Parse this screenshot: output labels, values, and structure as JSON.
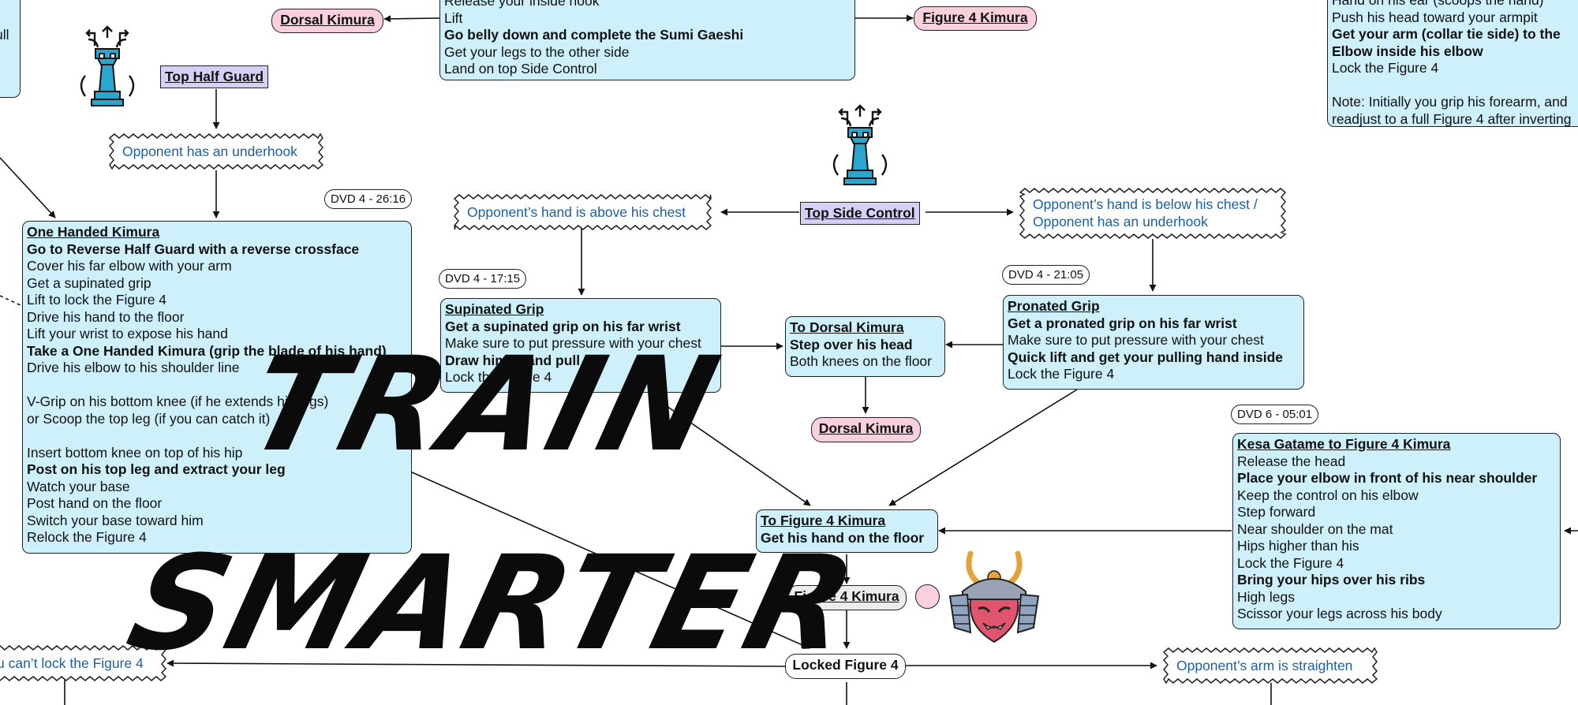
{
  "badges": {
    "dvd_one_handed": "DVD 4 - 26:16",
    "dvd_supinated": "DVD 4 - 17:15",
    "dvd_pronated": "DVD 4 - 21:05",
    "dvd_kesa": "DVD 6 - 05:01"
  },
  "pills": {
    "dorsal_top": "Dorsal Kimura",
    "figure4_top": "Figure 4 Kimura",
    "dorsal_mid": "Dorsal Kimura",
    "figure4_mid": "Figure 4 Kimura",
    "locked": "Locked Figure 4"
  },
  "positions": {
    "top_half_guard": "Top Half Guard",
    "top_side_control": "Top Side Control"
  },
  "conditions": {
    "underhook": "Opponent has an underhook",
    "hand_above": "Opponent’s hand is above his chest",
    "hand_below_1": "Opponent’s hand is below his chest /",
    "hand_below_2": "Opponent has an underhook",
    "cant_lock": "u can’t lock the Figure 4",
    "arm_straight": "Opponent’s arm is straighten"
  },
  "fragments": {
    "left_edge": "ull"
  },
  "boxes": {
    "sumi": {
      "lines": [
        {
          "t": "Release your inside hook",
          "b": false
        },
        {
          "t": "Lift",
          "b": false
        },
        {
          "t": "Go belly down and complete the Sumi Gaeshi",
          "b": true
        },
        {
          "t": "Get your legs to the other side",
          "b": false
        },
        {
          "t": "Land on top Side Control",
          "b": false
        }
      ]
    },
    "top_right": {
      "lines": [
        {
          "t": "Hand on his ear (scoops the hand)",
          "b": false
        },
        {
          "t": "Push his head toward your armpit",
          "b": false
        },
        {
          "t": "Get your arm (collar tie side) to the",
          "b": true
        },
        {
          "t": "Elbow inside his elbow",
          "b": true
        },
        {
          "t": "Lock the Figure 4",
          "b": false
        },
        {
          "t": "",
          "b": false
        },
        {
          "t": "Note: Initially you grip his forearm, and",
          "b": false
        },
        {
          "t": "readjust to a full Figure 4 after inverting",
          "b": false
        }
      ]
    },
    "one_handed": {
      "title": "One Handed Kimura",
      "lines": [
        {
          "t": "Go to Reverse Half Guard with a reverse crossface",
          "b": true
        },
        {
          "t": "Cover his far elbow with your arm",
          "b": false
        },
        {
          "t": "Get a supinated grip",
          "b": false
        },
        {
          "t": "Lift to lock the Figure 4",
          "b": false
        },
        {
          "t": "Drive his hand to the floor",
          "b": false
        },
        {
          "t": "Lift your wrist to expose his hand",
          "b": false
        },
        {
          "t": "Take a One Handed Kimura (grip the blade of his hand)",
          "b": true
        },
        {
          "t": "Drive his elbow to his shoulder line",
          "b": false
        },
        {
          "t": "",
          "b": false
        },
        {
          "t": "V-Grip on his bottom knee (if he extends his legs)",
          "b": false
        },
        {
          "t": "or Scoop the top leg (if you can catch it)",
          "b": false
        },
        {
          "t": "",
          "b": false
        },
        {
          "t": "Insert bottom knee on top of his hip",
          "b": false
        },
        {
          "t": "Post on his top leg and extract your leg",
          "b": true
        },
        {
          "t": "Watch your base",
          "b": false
        },
        {
          "t": "Post hand on the floor",
          "b": false
        },
        {
          "t": "Switch your base toward him",
          "b": false
        },
        {
          "t": "Relock the Figure 4",
          "b": false
        }
      ]
    },
    "supinated": {
      "title": "Supinated Grip",
      "lines": [
        {
          "t": "Get a supinated grip on his far wrist",
          "b": true
        },
        {
          "t": "Make sure to put pressure with your chest",
          "b": false
        },
        {
          "t": "Draw him in and pull",
          "b": true
        },
        {
          "t": "Lock the Figure 4",
          "b": false
        }
      ]
    },
    "to_dorsal": {
      "title": "To Dorsal Kimura",
      "lines": [
        {
          "t": "Step over his head",
          "b": true
        },
        {
          "t": "Both knees on the floor",
          "b": false
        }
      ]
    },
    "pronated": {
      "title": "Pronated Grip",
      "lines": [
        {
          "t": "Get a pronated grip on his far wrist",
          "b": true
        },
        {
          "t": "Make sure to put pressure with your chest",
          "b": false
        },
        {
          "t": "Quick lift and get your pulling hand inside",
          "b": true
        },
        {
          "t": "Lock the Figure 4",
          "b": false
        }
      ]
    },
    "to_figure4": {
      "title": "To Figure 4 Kimura",
      "lines": [
        {
          "t": "Get his hand on the floor",
          "b": true
        }
      ]
    },
    "kesa": {
      "title": "Kesa Gatame to Figure 4 Kimura",
      "lines": [
        {
          "t": "Release the head",
          "b": false
        },
        {
          "t": "Place your elbow in front of his near shoulder",
          "b": true
        },
        {
          "t": "Keep the control on his elbow",
          "b": false
        },
        {
          "t": "Step forward",
          "b": false
        },
        {
          "t": "Near shoulder on the mat",
          "b": false
        },
        {
          "t": "Hips higher than his",
          "b": false
        },
        {
          "t": "Lock the Figure 4",
          "b": false
        },
        {
          "t": "Bring your hips over his ribs",
          "b": true
        },
        {
          "t": "High legs",
          "b": false
        },
        {
          "t": "Scissor your legs across his body",
          "b": false
        }
      ]
    }
  },
  "watermark": {
    "line1": "TRAIN",
    "line2": "SMARTER"
  },
  "icons": [
    "rook-tower-icon",
    "rook-tower-icon",
    "samurai-helmet-icon"
  ],
  "colors": {
    "box_fill": "#cdf0fb",
    "position_fill": "#d8cff7",
    "finish_fill": "#f9d0dc",
    "condition_text": "#1d5fa3",
    "icon_blue": "#2aa7cf"
  }
}
